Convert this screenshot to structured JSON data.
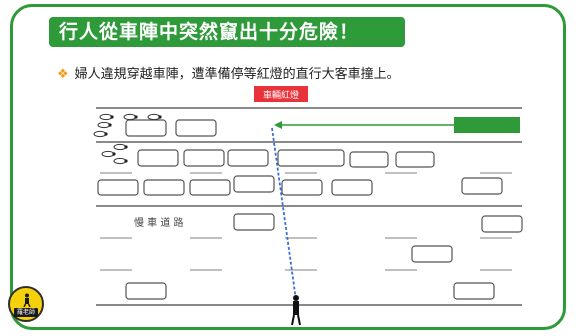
{
  "title": "行人從車陣中突然竄出十分危險！",
  "bullet": {
    "icon": "diamond-bullet-icon",
    "text": "婦人違規穿越車陣，遭準備停等紅燈的直行大客車撞上。"
  },
  "signal_label": "車輛紅燈",
  "road_marking": "慢 車 道 路",
  "logo": {
    "icon": "pedestrian-logo-icon",
    "text": "羅老師"
  },
  "colors": {
    "accent": "#2e9a3a",
    "signal": "#e8333a",
    "path": "#3a6fd8",
    "bullet": "#f29a1a",
    "logo": "#f4d10a"
  }
}
